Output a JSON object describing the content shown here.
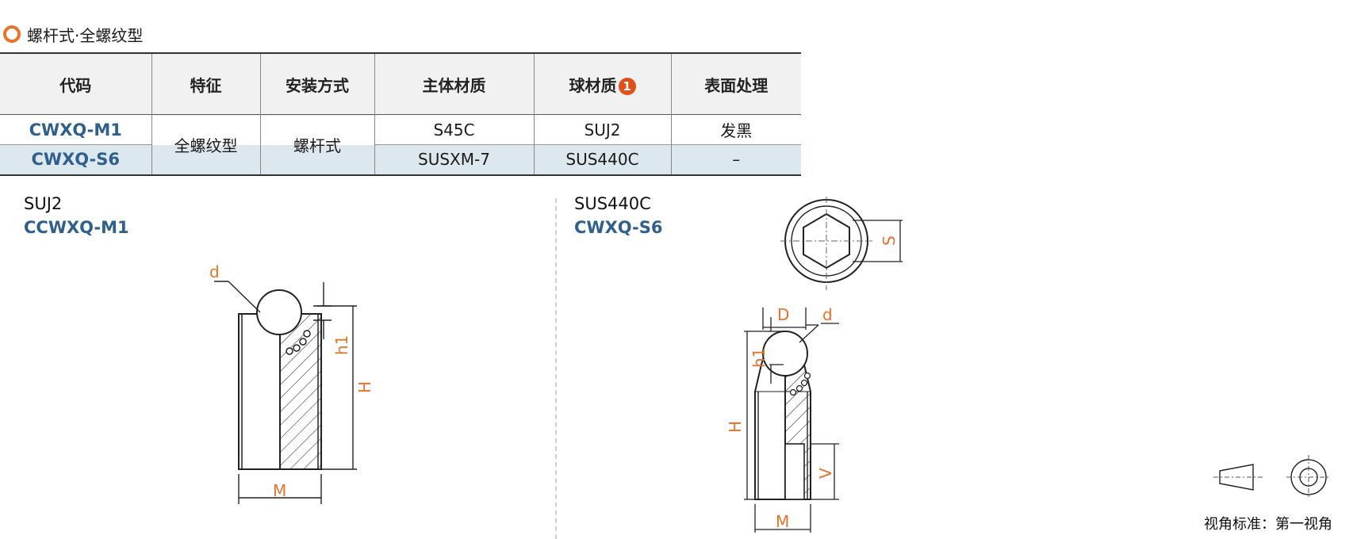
{
  "section": {
    "title": "螺杆式·全螺纹型"
  },
  "table": {
    "headers": [
      "代码",
      "特征",
      "安装方式",
      "主体材质",
      "球材质",
      "表面处理"
    ],
    "ball_badge": "1",
    "rows": [
      {
        "code": "CWXQ-M1",
        "feature": "全螺纹型",
        "install": "螺杆式",
        "body": "S45C",
        "ball": "SUJ2",
        "surface": "发黑"
      },
      {
        "code": "CWXQ-S6",
        "feature": "全螺纹型",
        "install": "螺杆式",
        "body": "SUSXM-7",
        "ball": "SUS440C",
        "surface": "–"
      }
    ]
  },
  "left_drawing": {
    "material": "SUJ2",
    "code": "CCWXQ-M1",
    "dims": [
      "d",
      "h1",
      "H",
      "M"
    ]
  },
  "right_drawing": {
    "material": "SUS440C",
    "code": "CWXQ-S6",
    "dims": [
      "S",
      "D",
      "d",
      "h1",
      "H",
      "V",
      "M"
    ]
  },
  "projection_standard": "视角标准：第一视角",
  "colors": {
    "accent": "#e8722a",
    "code_blue": "#2f5f8c",
    "row_tint": "#dde7ee",
    "header_bg": "#f1f1f1"
  }
}
